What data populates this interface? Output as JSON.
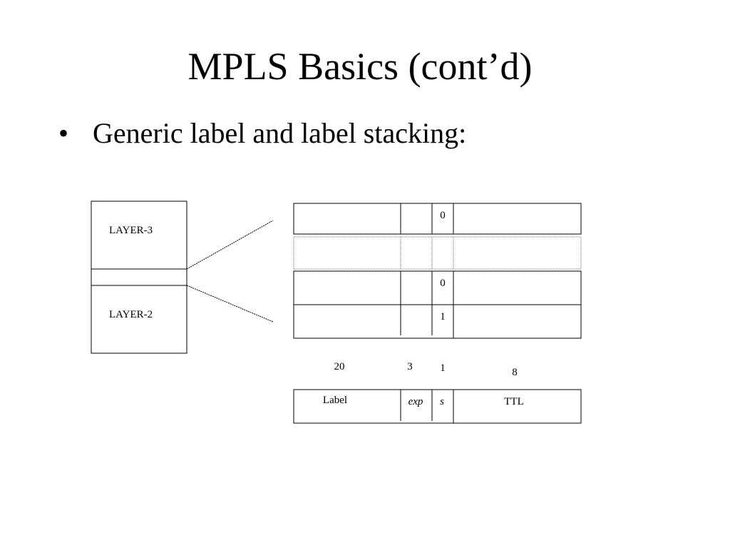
{
  "slide": {
    "title": "MPLS Basics (cont’d)",
    "bullet_symbol": "•",
    "bullet_text": "Generic label and label stacking:"
  },
  "packet": {
    "layer3_label": "LAYER-3",
    "layer2_label": "LAYER-2"
  },
  "label_stack": {
    "rows": [
      {
        "s_bit": "0"
      },
      {
        "s_bit": ""
      },
      {
        "s_bit": "0"
      },
      {
        "s_bit": "1"
      }
    ]
  },
  "field_sizes": {
    "label_bits": "20",
    "exp_bits": "3",
    "s_bits": "1",
    "ttl_bits": "8"
  },
  "header_fields": {
    "label": "Label",
    "exp": "exp",
    "s": "s",
    "ttl": "TTL"
  }
}
